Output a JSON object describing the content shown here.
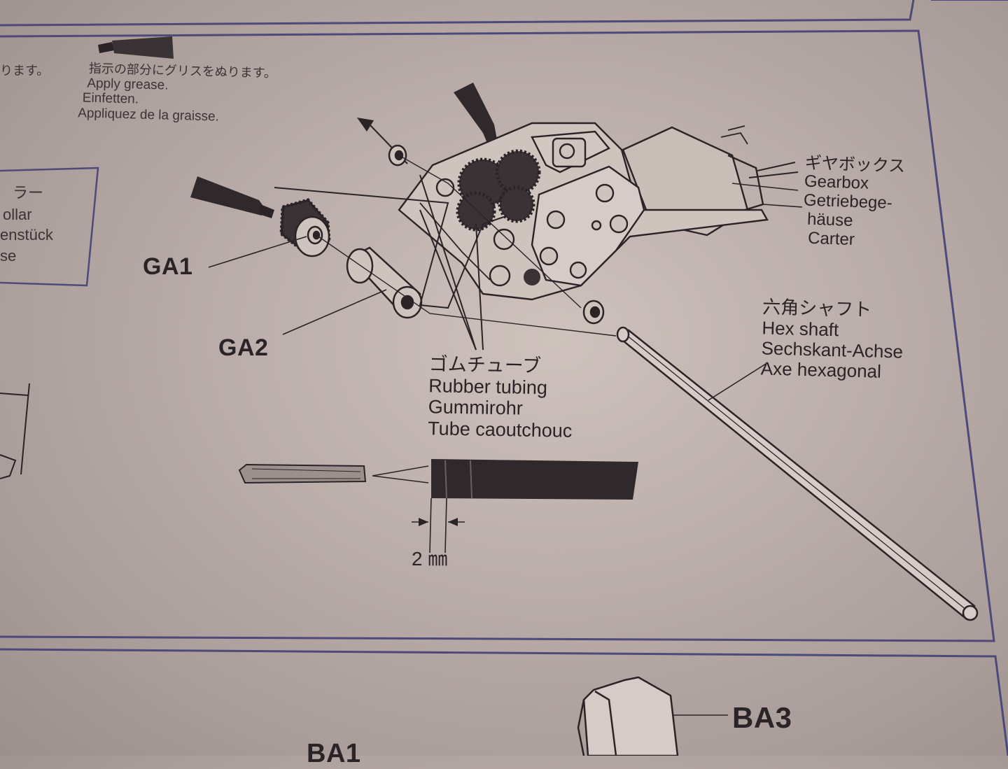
{
  "grease_note": {
    "jp": "指示の部分にグリスをぬります。",
    "en": "Apply grease.",
    "de": "Einfetten.",
    "fr": "Appliquez de la graisse."
  },
  "left_cut_jp": "ります。",
  "collar_box": {
    "lines": [
      "ラー",
      "ollar",
      "enstück",
      "se"
    ]
  },
  "parts": {
    "ga1": "GA1",
    "ga2": "GA2",
    "ba3": "BA3",
    "ba1": "BA1"
  },
  "gearbox": {
    "jp": "ギヤボックス",
    "en": "Gearbox",
    "de1": "Getriebege-",
    "de2": "häuse",
    "fr": "Carter"
  },
  "hex_shaft": {
    "jp": "六角シャフト",
    "en": "Hex shaft",
    "de": "Sechskant-Achse",
    "fr": "Axe hexagonal"
  },
  "rubber_tubing": {
    "jp": "ゴムチューブ",
    "en": "Rubber tubing",
    "de": "Gummirohr",
    "fr": "Tube caoutchouc"
  },
  "dimension": "2 ㎜",
  "colors": {
    "paper": "#c4b7b2",
    "ink": "#2a2427",
    "frame": "#4d4a7a"
  }
}
